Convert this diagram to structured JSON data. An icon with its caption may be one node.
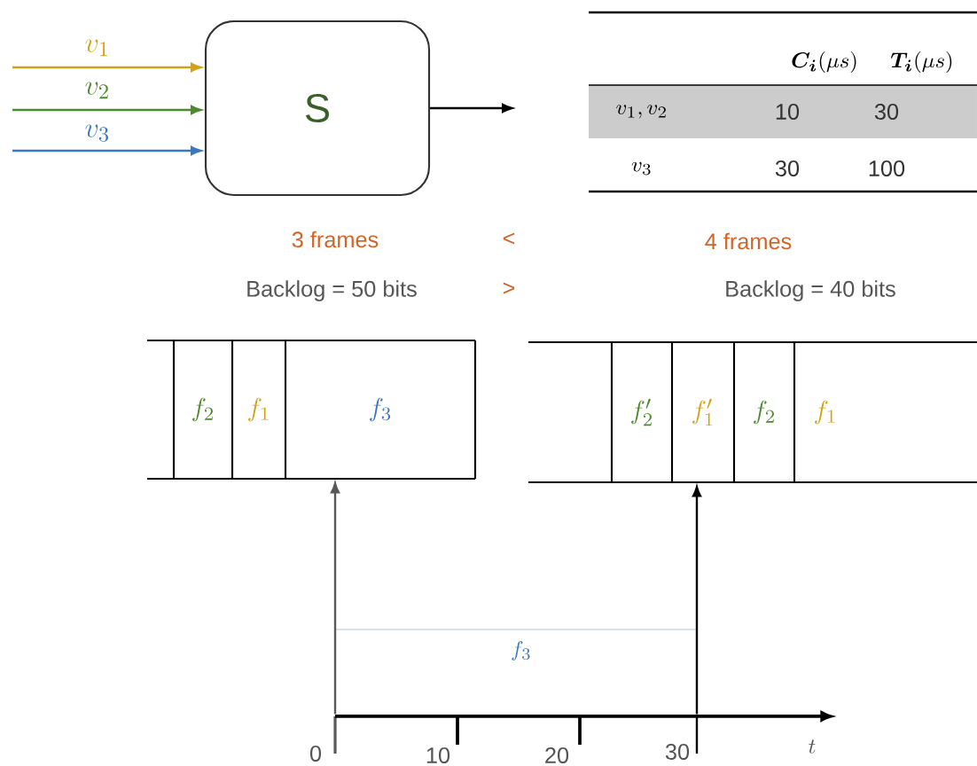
{
  "diagram": {
    "nodes": [
      {
        "text": [
          "S"
        ]
      },
      {
        "text": [],
        "shape": "box"
      },
      {
        "text": [
          "f_2"
        ],
        "in": 1
      },
      {
        "text": [
          "f_1"
        ],
        "in": 1
      },
      {
        "text": [
          "f_3"
        ],
        "in": 1
      },
      {
        "text": [],
        "shape": "box"
      },
      {
        "text": [
          "f'_2"
        ],
        "in": 5
      },
      {
        "text": [
          "f'_1"
        ],
        "in": 5
      },
      {
        "text": [
          "f_2"
        ],
        "in": 5
      },
      {
        "text": [
          "f_1"
        ],
        "in": 5
      },
      {
        "text": [],
        "shape": "line"
      }
    ],
    "edges": [
      {
        "from": null,
        "to": 0,
        "arrow": "to",
        "label": "v_1",
        "color": "#d4a017"
      },
      {
        "from": null,
        "to": 0,
        "arrow": "to",
        "label": "v_2",
        "color": "#4e8a2e"
      },
      {
        "from": null,
        "to": 0,
        "arrow": "to",
        "label": "v_3",
        "color": "#3a78c2"
      },
      {
        "from": 0,
        "to": null,
        "arrow": "to"
      },
      {
        "from": 10,
        "to": 1,
        "arrow": "to",
        "color": "#595959"
      },
      {
        "from": 10,
        "to": 5,
        "arrow": "to"
      }
    ],
    "labels": [
      "\\boldsymbol{C_i}(\\mu s)",
      "\\boldsymbol{T_i}(\\mu s)",
      "v_1, v_2",
      "10",
      "30",
      "v_3",
      "30",
      "100",
      "3 frames",
      "<",
      "4 frames",
      "Backlog = 50 bits",
      ">",
      "Backlog = 40 bits",
      "f_3",
      "0",
      "10",
      "20",
      "30",
      "t"
    ]
  }
}
